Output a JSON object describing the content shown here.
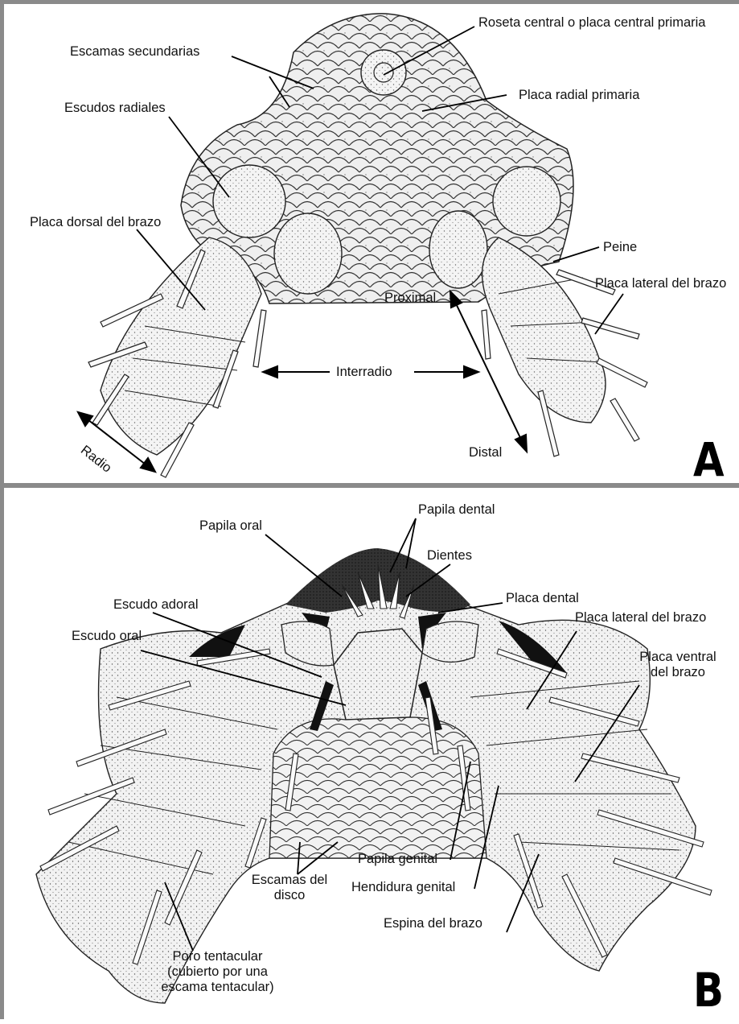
{
  "panelA": {
    "letter": "A",
    "labels": {
      "roseta": "Roseta central o placa central primaria",
      "escamas_sec": "Escamas secundarias",
      "placa_radial": "Placa radial primaria",
      "escudos_radiales": "Escudos radiales",
      "placa_dorsal": "Placa dorsal del brazo",
      "peine": "Peine",
      "placa_lateral": "Placa lateral del brazo",
      "proximal": "Proximal",
      "interradio": "Interradio",
      "distal": "Distal",
      "radio": "Radio"
    }
  },
  "panelB": {
    "letter": "B",
    "labels": {
      "papila_dental": "Papila dental",
      "papila_oral": "Papila oral",
      "dientes": "Dientes",
      "escudo_adoral": "Escudo adoral",
      "placa_dental": "Placa dental",
      "placa_lateral": "Placa lateral del brazo",
      "escudo_oral": "Escudo oral",
      "placa_ventral_1": "Placa ventral",
      "placa_ventral_2": "del brazo",
      "papila_genital": "Papila genital",
      "escamas_disco_1": "Escamas del",
      "escamas_disco_2": "disco",
      "hendidura": "Hendidura genital",
      "espina": "Espina del brazo",
      "poro_1": "Poro tentacular",
      "poro_2": "(cubierto por una",
      "poro_3": "escama tentacular)"
    }
  }
}
